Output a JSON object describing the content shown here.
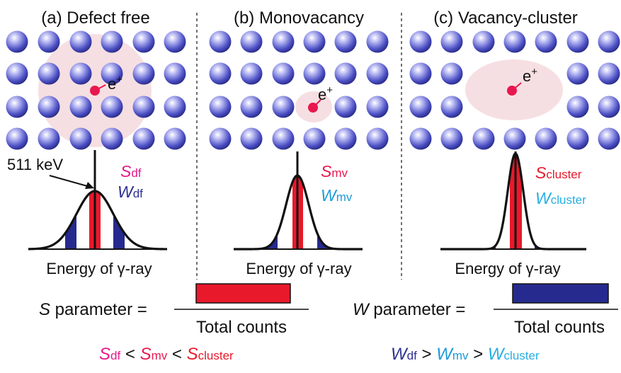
{
  "panels": [
    {
      "label": "(a) Defect free",
      "S": "S",
      "S_sub": "df",
      "W": "W",
      "W_sub": "df",
      "xlabel": "Energy of γ-ray",
      "positron": "e",
      "positron_sup": "+"
    },
    {
      "label": "(b) Monovacancy",
      "S": "S",
      "S_sub": "mv",
      "W": "W",
      "W_sub": "mv",
      "xlabel": "Energy of γ-ray",
      "positron": "e",
      "positron_sup": "+"
    },
    {
      "label": "(c) Vacancy-cluster",
      "S": "S",
      "S_sub": "cluster",
      "W": "W",
      "W_sub": "cluster",
      "xlabel": "Energy of γ-ray",
      "positron": "e",
      "positron_sup": "+"
    }
  ],
  "peak_label": "511 keV",
  "s_formula": {
    "symbol": "S",
    "word": " parameter =",
    "denominator": "Total counts"
  },
  "w_formula": {
    "symbol": "W",
    "word": " parameter =",
    "denominator": "Total counts"
  },
  "s_ineq": {
    "a": "S",
    "a_sub": "df",
    "op1": " < ",
    "b": "S",
    "b_sub": "mv",
    "op2": " < ",
    "c": "S",
    "c_sub": "cluster"
  },
  "w_ineq": {
    "a": "W",
    "a_sub": "df",
    "op1": " > ",
    "b": "W",
    "b_sub": "mv",
    "op2": " > ",
    "c": "W",
    "c_sub": "cluster"
  },
  "colors": {
    "atom": "#4b4fc4",
    "cloud": "#f6dfe2",
    "positron": "#e8174f",
    "s_red": "#e8192b",
    "w_blue": "#262a8e",
    "S_df": "#e8178a",
    "W_df": "#2e3192",
    "S_mv": "#e8174f",
    "W_mv": "#1d9bd8",
    "S_cluster": "#e8192b",
    "W_cluster": "#29aee3"
  }
}
